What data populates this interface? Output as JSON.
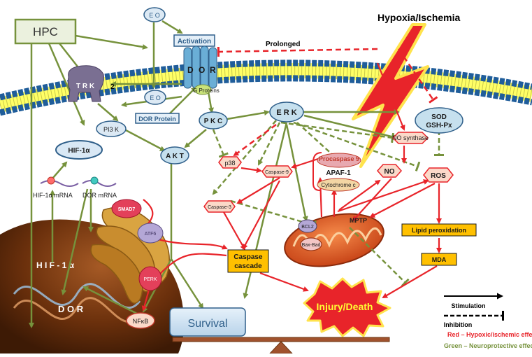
{
  "title_event": "Hypoxia/Ischemia",
  "hpc": "HPC",
  "prolonged": "Prolonged",
  "activation": "Activation",
  "eo": "E O",
  "dor_receptor_letters": [
    "D",
    "O",
    "R"
  ],
  "g_proteins": "G Proteins",
  "trk": "T R K",
  "pi3k": "PI3 K",
  "dor_protein": "DOR Protein",
  "hif1a": "HIF-1α",
  "hif1a_mrna": "HIF-1α mRNA",
  "dor_mrna": "DOR mRNA",
  "pkc": "P K C",
  "akt": "A K T",
  "erk": "E R K",
  "sod": "SOD",
  "gshpx": "GSH-Px",
  "no_synthase": "NO synthase",
  "no": "NO",
  "ros": "ROS",
  "p38": "p38",
  "caspase9": "Caspase-9",
  "caspase3": "Caspase-3",
  "procaspase9": "Procaspase 9",
  "apaf1": "APAF-1",
  "cytochrome": "Cytochrome c",
  "bcl2": "BCL2",
  "bax_bad": "Bax-Bad",
  "mptp": "MPTP",
  "caspase_cascade": [
    "Caspase",
    "cascade"
  ],
  "lipid_peroxidation": "Lipid peroxidation",
  "mda": "MDA",
  "injury_death": "Injury/Death",
  "survival": "Survival",
  "smad7": "SMAD7",
  "atf6": "ATF6",
  "perk": "PERK",
  "nfkb": "NFκB",
  "nucleus_hif": "H I F - 1 α",
  "nucleus_dor": "D O R",
  "small_number": "2",
  "legend": {
    "stimulation": "Stimulation",
    "inhibition": "Inhibition",
    "red_label": "Red – Hypoxic/ischemic effect",
    "green_label": "Green – Neuroprotective effect"
  },
  "colors": {
    "green": "#76923c",
    "red": "#e8242a",
    "node_fill": "#c6e0ee",
    "node_stroke": "#2f5f8a",
    "pink_fill": "#fbd9c9",
    "gold_fill": "#ffc000",
    "nucleus": "#7a3a10",
    "membrane_blue": "#1f4e79",
    "membrane_yellow": "#ffff66",
    "mito": "#e0541e"
  }
}
